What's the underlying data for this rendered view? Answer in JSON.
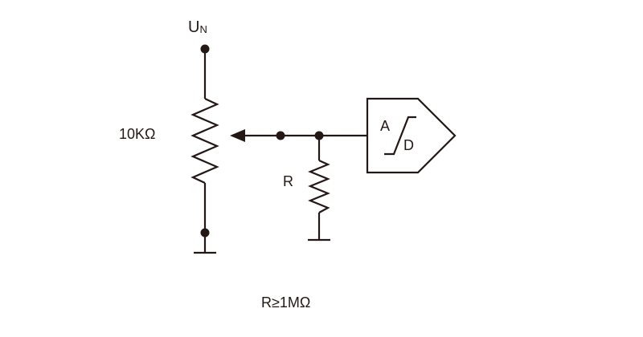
{
  "labels": {
    "supply_main": "U",
    "supply_sub": "N",
    "pot_value": "10KΩ",
    "resistor_name": "R",
    "adc_a": "A",
    "adc_d": "D",
    "note": "R≥1MΩ"
  },
  "colors": {
    "ink": "#231815",
    "background": "#ffffff"
  }
}
